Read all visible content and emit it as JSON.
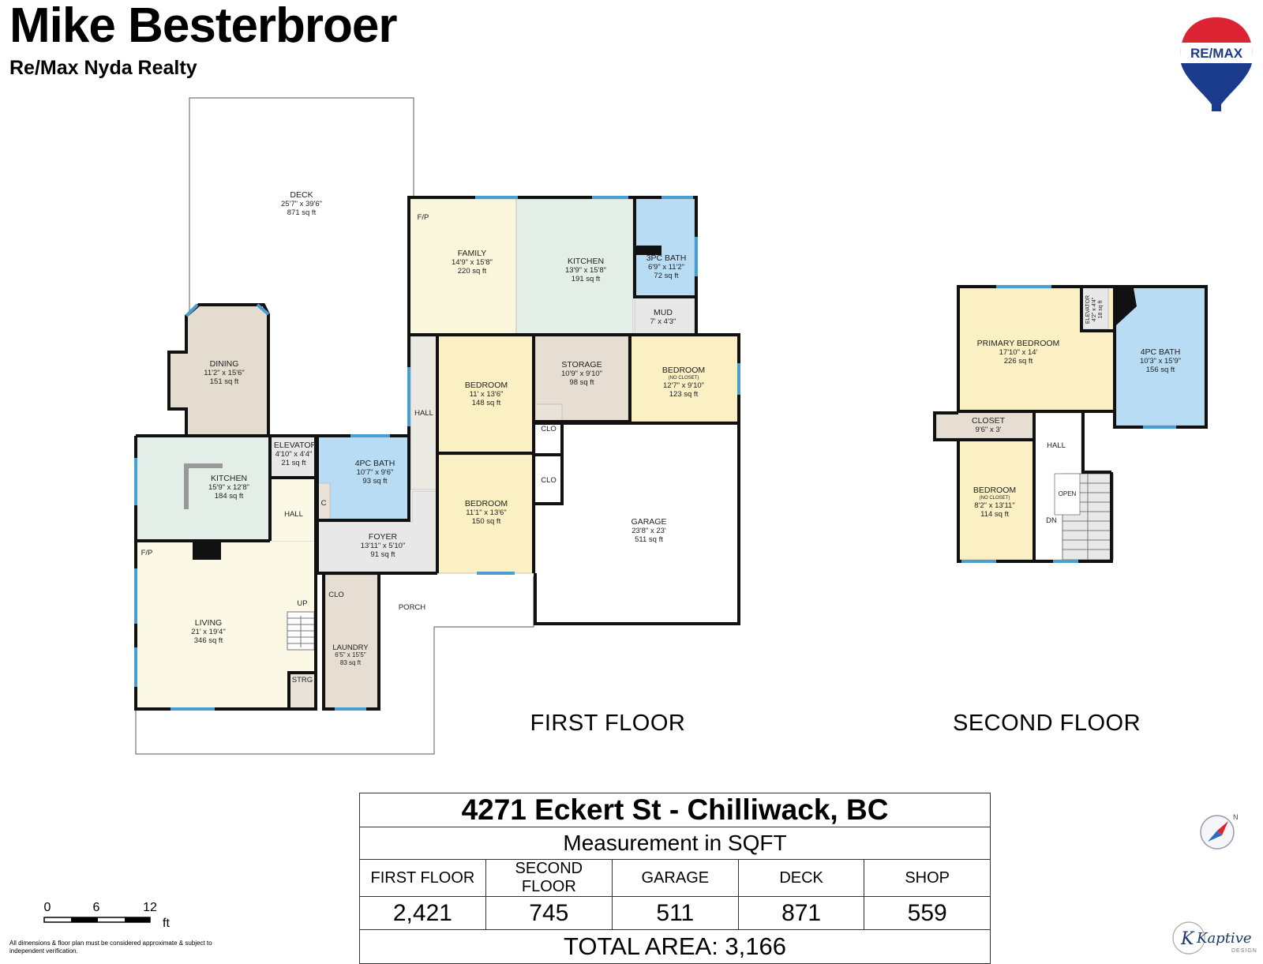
{
  "header": {
    "agent_name": "Mike Besterbroer",
    "brokerage": "Re/Max Nyda Realty",
    "logo_text": "RE/MAX"
  },
  "colors": {
    "wall": "#111111",
    "window": "#4a9fd1",
    "deck_outline": "#777777",
    "living": "#fcf8e6",
    "family": "#faf6dc",
    "kitchen": "#e4eee9",
    "bath": "#b8dcf3",
    "dining": "#e4dccf",
    "storage": "#e6ded2",
    "bedroom": "#fbefc4",
    "closet": "#e8e2d8",
    "hall": "#ece8e2",
    "foyer": "#e8e8e8",
    "remax_red": "#dd2233",
    "remax_blue": "#1a3a8c"
  },
  "floors": {
    "first_label": "FIRST FLOOR",
    "second_label": "SECOND FLOOR"
  },
  "rooms": {
    "deck": {
      "name": "DECK",
      "dims": "25'7\" x 39'6\"",
      "area": "871 sq ft"
    },
    "family": {
      "name": "FAMILY",
      "dims": "14'9\" x 15'8\"",
      "area": "220 sq ft"
    },
    "kitchen_main": {
      "name": "KITCHEN",
      "dims": "13'9\" x 15'8\"",
      "area": "191 sq ft"
    },
    "bath3": {
      "name": "3PC BATH",
      "dims": "6'9\" x 11'2\"",
      "area": "72 sq ft"
    },
    "mud": {
      "name": "MUD",
      "dims": "7' x 4'3\""
    },
    "dining": {
      "name": "DINING",
      "dims": "11'2\" x 15'6\"",
      "area": "151 sq ft"
    },
    "bedroom_a": {
      "name": "BEDROOM",
      "dims": "11' x 13'6\"",
      "area": "148 sq ft"
    },
    "storage": {
      "name": "STORAGE",
      "dims": "10'9\" x 9'10\"",
      "area": "98 sq ft"
    },
    "bedroom_b": {
      "name": "BEDROOM",
      "note": "(NO CLOSET)",
      "dims": "12'7\" x 9'10\"",
      "area": "123 sq ft"
    },
    "kitchen_lower": {
      "name": "KITCHEN",
      "dims": "15'9\" x 12'8\"",
      "area": "184 sq ft"
    },
    "elevator1": {
      "name": "ELEVATOR",
      "dims": "4'10\" x 4'4\"",
      "area": "21 sq ft"
    },
    "bath4": {
      "name": "4PC BATH",
      "dims": "10'7\" x 9'6\"",
      "area": "93 sq ft"
    },
    "bedroom_c": {
      "name": "BEDROOM",
      "dims": "11'1\" x 13'6\"",
      "area": "150 sq ft"
    },
    "garage": {
      "name": "GARAGE",
      "dims": "23'8\" x 23'",
      "area": "511 sq ft"
    },
    "foyer": {
      "name": "FOYER",
      "dims": "13'11\" x 5'10\"",
      "area": "91 sq ft"
    },
    "living": {
      "name": "LIVING",
      "dims": "21' x 19'4\"",
      "area": "346 sq ft"
    },
    "laundry": {
      "name": "LAUNDRY",
      "dims": "6'5\" x 15'5\"",
      "area": "83 sq ft"
    },
    "primary": {
      "name": "PRIMARY BEDROOM",
      "dims": "17'10\" x 14'",
      "area": "226 sq ft"
    },
    "elevator2": {
      "name": "ELEVATOR",
      "dims": "4'2\" x 4'4\"",
      "area": "18 sq ft"
    },
    "bath4_up": {
      "name": "4PC BATH",
      "dims": "10'3\" x 15'9\"",
      "area": "156 sq ft"
    },
    "closet_up": {
      "name": "CLOSET",
      "dims": "9'6\" x 3'"
    },
    "bedroom_up": {
      "name": "BEDROOM",
      "note": "(NO CLOSET)",
      "dims": "8'2\" x 13'11\"",
      "area": "114 sq ft"
    }
  },
  "tags": {
    "fp": "F/P",
    "hall": "HALL",
    "clo": "CLO",
    "c": "C",
    "up": "UP",
    "dn": "DN",
    "open": "OPEN",
    "strg": "STRG",
    "porch": "PORCH"
  },
  "summary": {
    "address": "4271 Eckert St - Chilliwack, BC",
    "measurement": "Measurement in SQFT",
    "headers": [
      "FIRST FLOOR",
      "SECOND FLOOR",
      "GARAGE",
      "DECK",
      "SHOP"
    ],
    "values": [
      "2,421",
      "745",
      "511",
      "871",
      "559"
    ],
    "total": "TOTAL AREA: 3,166"
  },
  "scale": {
    "ticks": [
      "0",
      "6",
      "12"
    ],
    "unit": "ft"
  },
  "disclaimer": "All dimensions & floor plan must be considered approximate & subject to independent verification.",
  "brand": {
    "name": "Kaptive",
    "sub": "DESIGN"
  }
}
